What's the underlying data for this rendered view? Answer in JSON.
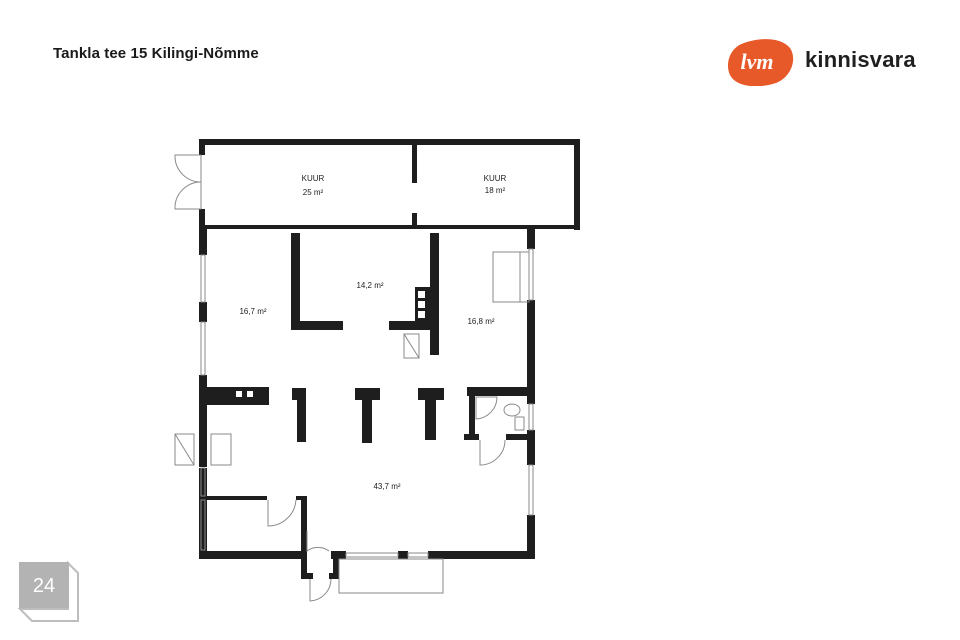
{
  "header": {
    "title": "Tankla tee 15 Kilingi-Nõmme"
  },
  "logo": {
    "mark_text": "lvm",
    "brand_text": "kinnisvara",
    "brand_color": "#e8592a"
  },
  "floorplan": {
    "wall_color": "#1e1e1e",
    "rooms": [
      {
        "id": "shed-1",
        "name": "KUUR",
        "area": "25 m²"
      },
      {
        "id": "shed-2",
        "name": "KUUR",
        "area": "18 m²"
      },
      {
        "id": "room-left",
        "name": "",
        "area": "16,7 m²"
      },
      {
        "id": "room-middle",
        "name": "",
        "area": "14,2 m²"
      },
      {
        "id": "room-right",
        "name": "",
        "area": "16,8 m²"
      },
      {
        "id": "living",
        "name": "",
        "area": "43,7 m²"
      }
    ]
  },
  "page": {
    "number": "24"
  }
}
